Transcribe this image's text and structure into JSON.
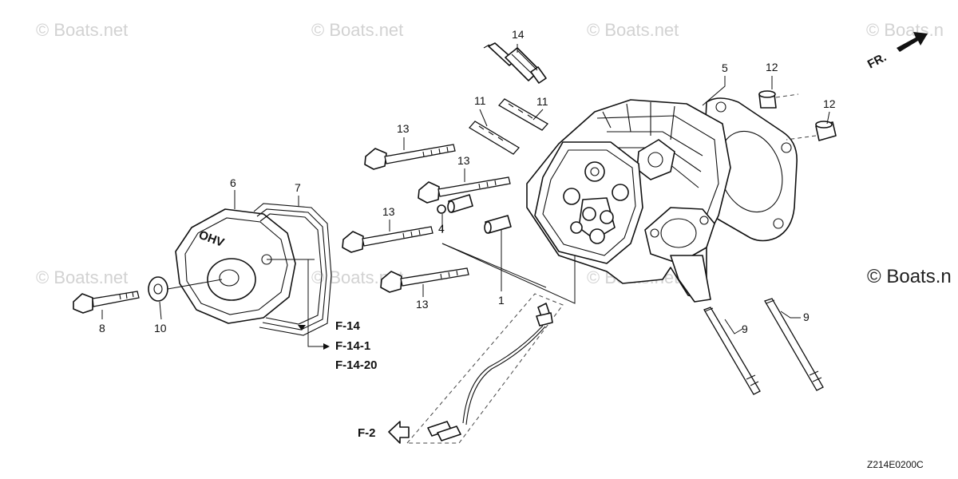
{
  "watermarks": [
    "© Boats.net",
    "© Boats.net",
    "© Boats.net",
    "© Boats.n",
    "© Boats.net",
    "© Boats.net",
    "© Boats.net"
  ],
  "corner_watermark": "© Boats.n",
  "direction_label": "FR.",
  "part_numbers": [
    "14",
    "5",
    "12",
    "12",
    "11",
    "11",
    "13",
    "13",
    "6",
    "7",
    "13",
    "4",
    "13",
    "1",
    "8",
    "10",
    "9",
    "9"
  ],
  "cover_lettering": "OHV",
  "references": [
    "F-14",
    "F-14-1",
    "F-14-20",
    "F-2"
  ],
  "diagram_code": "Z214E0200C"
}
